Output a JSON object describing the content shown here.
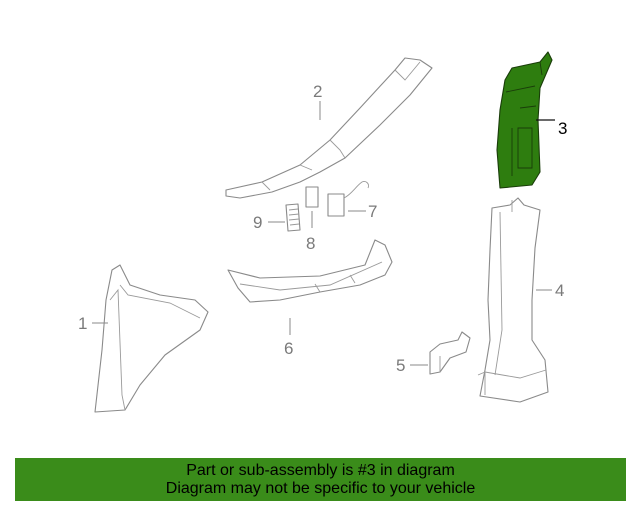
{
  "callouts": {
    "c1": "1",
    "c2": "2",
    "c3": "3",
    "c4": "4",
    "c5": "5",
    "c6": "6",
    "c7": "7",
    "c8": "8",
    "c9": "9"
  },
  "highlighted_part": "3",
  "colors": {
    "highlight": "#2e7d0f",
    "banner": "#3a8c1a",
    "outline": "#8a8a8a"
  },
  "banner": {
    "line1": "Part or sub-assembly is #3 in diagram",
    "line2": "Diagram may not be specific to your vehicle"
  }
}
